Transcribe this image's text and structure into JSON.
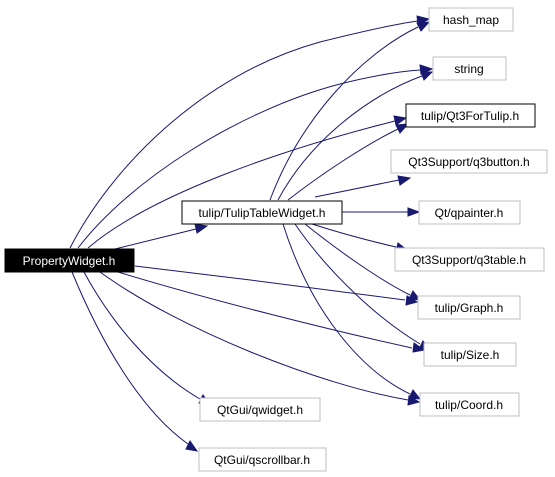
{
  "diagram": {
    "nodes": {
      "property_widget": "PropertyWidget.h",
      "tulip_table_widget": "tulip/TulipTableWidget.h",
      "hash_map": "hash_map",
      "string": "string",
      "qt3_for_tulip": "tulip/Qt3ForTulip.h",
      "q3button": "Qt3Support/q3button.h",
      "qpainter": "Qt/qpainter.h",
      "q3table": "Qt3Support/q3table.h",
      "graph": "tulip/Graph.h",
      "size": "tulip/Size.h",
      "coord": "tulip/Coord.h",
      "qwidget": "QtGui/qwidget.h",
      "qscrollbar": "QtGui/qscrollbar.h"
    },
    "edge_color": "#191970",
    "node_border_color": "#bfbfbf",
    "root_fill_color": "#000000"
  }
}
